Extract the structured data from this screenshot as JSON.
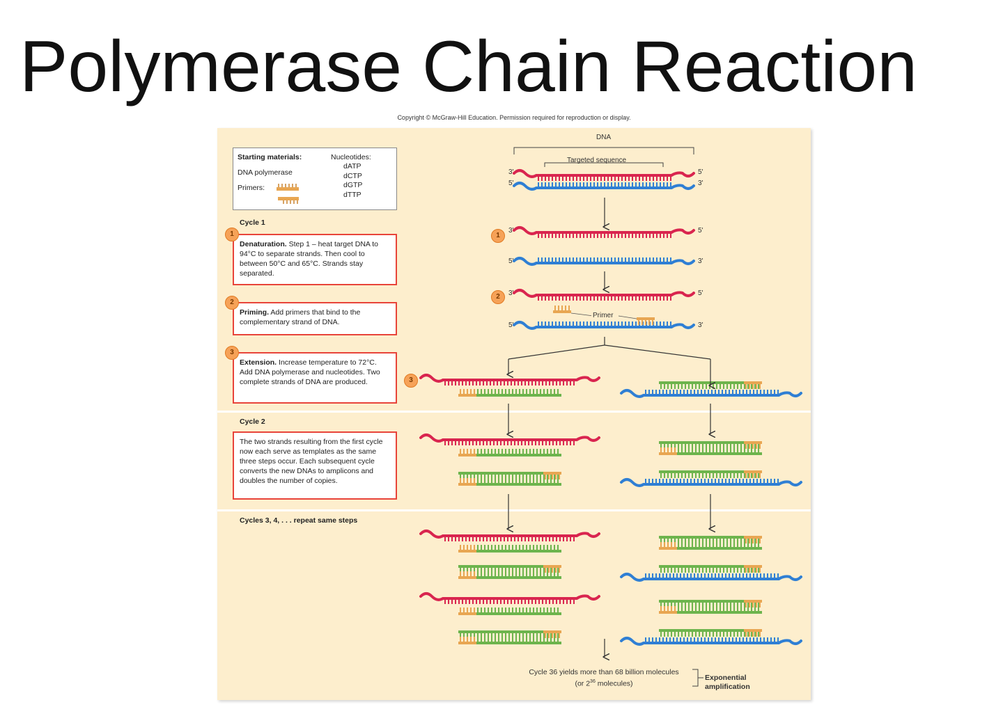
{
  "title": "Polymerase Chain Reaction",
  "copyright": "Copyright © McGraw-Hill Education. Permission required for reproduction or display.",
  "starting_materials": {
    "heading": "Starting materials:",
    "dna_polymerase": "DNA polymerase",
    "primers": "Primers:",
    "nucleotides_heading": "Nucleotides:",
    "nucleotides": [
      "dATP",
      "dCTP",
      "dGTP",
      "dTTP"
    ]
  },
  "cycle1_label": "Cycle 1",
  "steps": [
    {
      "num": "1",
      "title": "Denaturation.",
      "text": "Step 1 – heat target DNA to 94°C to separate strands. Then cool to between 50°C and 65°C. Strands stay separated."
    },
    {
      "num": "2",
      "title": "Priming.",
      "text": "Add primers that bind to the complementary strand of DNA."
    },
    {
      "num": "3",
      "title": "Extension.",
      "text": "Increase temperature to 72°C. Add DNA polymerase and nucleotides. Two complete strands of DNA are produced."
    }
  ],
  "cycle2_label": "Cycle 2",
  "cycle2_text": "The two strands resulting from the first cycle now each serve as templates as the same three steps occur. Each subsequent cycle converts the new DNAs to amplicons and doubles the number of copies.",
  "cycles3_label": "Cycles 3, 4, . . . repeat same steps",
  "diagram": {
    "dna_label": "DNA",
    "targeted_label": "Targeted sequence",
    "primer_label": "Primer",
    "end3": "3'",
    "end5": "5'",
    "final_line1": "Cycle 36 yields more than 68 billion molecules",
    "final_line2_pre": "(or 2",
    "final_line2_sup": "36",
    "final_line2_post": " molecules)",
    "exponential": "Exponential",
    "amplification": "amplification"
  },
  "colors": {
    "red_strand": "#d9254f",
    "blue_strand": "#2f7fd4",
    "green_strand": "#6db44d",
    "primer": "#e8a652",
    "box_border": "#e8443a",
    "panel_bg": "#fdeecd"
  }
}
